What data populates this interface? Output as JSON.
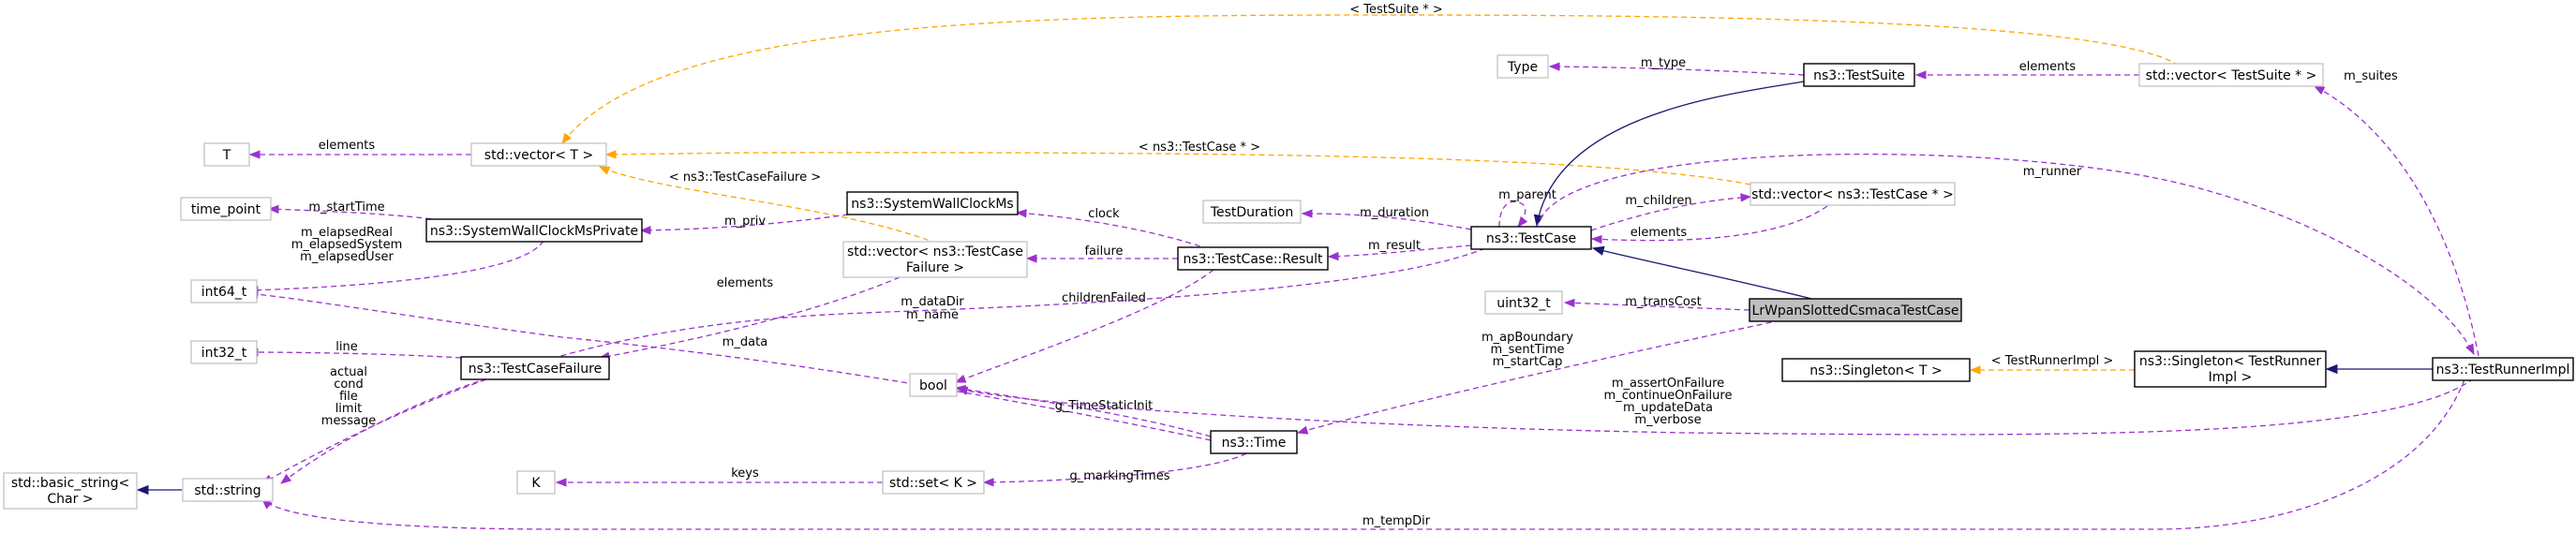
{
  "nodes": {
    "t": "T",
    "vector_t": "std::vector< T >",
    "time_point": "time_point",
    "int64_t": "int64_t",
    "int32_t": "int32_t",
    "basic_string_line1": "std::basic_string<",
    "basic_string_line2": "Char >",
    "std_string": "std::string",
    "k": "K",
    "swc_private": "ns3::SystemWallClockMsPrivate",
    "test_case_failure": "ns3::TestCaseFailure",
    "swc": "ns3::SystemWallClockMs",
    "vec_failure_line1": "std::vector< ns3::TestCase",
    "vec_failure_line2": "Failure >",
    "bool": "bool",
    "set_k": "std::set< K >",
    "test_duration": "TestDuration",
    "result": "ns3::TestCase::Result",
    "ns3_time": "ns3::Time",
    "type": "Type",
    "test_suite": "ns3::TestSuite",
    "test_case": "ns3::TestCase",
    "vec_test_case": "std::vector< ns3::TestCase * >",
    "uint32_t": "uint32_t",
    "lrwpan": "LrWpanSlottedCsmacaTestCase",
    "singleton_t": "ns3::Singleton< T >",
    "vec_test_suite": "std::vector< TestSuite * >",
    "singleton_runner_line1": "ns3::Singleton< TestRunner",
    "singleton_runner_line2": "Impl >",
    "runner_impl": "ns3::TestRunnerImpl"
  },
  "edge_labels": {
    "test_suite_star": "< TestSuite * >",
    "elements_t": "elements",
    "test_case_star": "< ns3::TestCase * >",
    "test_case_failure_tpl": "< ns3::TestCaseFailure >",
    "m_start_time": "m_startTime",
    "m_priv": "m_priv",
    "elapsed_1": "m_elapsedReal",
    "elapsed_2": "m_elapsedSystem",
    "elapsed_3": "m_elapsedUser",
    "elements_failure": "elements",
    "line": "line",
    "msg_1": "actual",
    "msg_2": "cond",
    "msg_3": "file",
    "msg_4": "limit",
    "msg_5": "message",
    "keys": "keys",
    "clock": "clock",
    "failure": "failure",
    "children_failed": "childrenFailed",
    "data_dir_1": "m_dataDir",
    "data_dir_2": "m_name",
    "m_data": "m_data",
    "g_time_static_init": "g_TimeStaticInit",
    "g_marking_times": "g_markingTimes",
    "m_duration": "m_duration",
    "m_result": "m_result",
    "m_parent": "m_parent",
    "m_children": "m_children",
    "elements_tc": "elements",
    "m_type": "m_type",
    "elements_ts": "elements",
    "m_runner": "m_runner",
    "m_suites": "m_suites",
    "m_trans_cost": "m_transCost",
    "ap_1": "m_apBoundary",
    "ap_2": "m_sentTime",
    "ap_3": "m_startCap",
    "runner_impl_tpl": "< TestRunnerImpl >",
    "flags_1": "m_assertOnFailure",
    "flags_2": "m_continueOnFailure",
    "flags_3": "m_updateData",
    "flags_4": "m_verbose",
    "m_temp_dir": "m_tempDir"
  },
  "colors": {
    "member_edge": "#9a32cd",
    "template_edge": "#ffa500",
    "inheritance_edge": "#191970",
    "focus_fill": "#bfbfbf",
    "plain_border": "#bfbfbf"
  }
}
